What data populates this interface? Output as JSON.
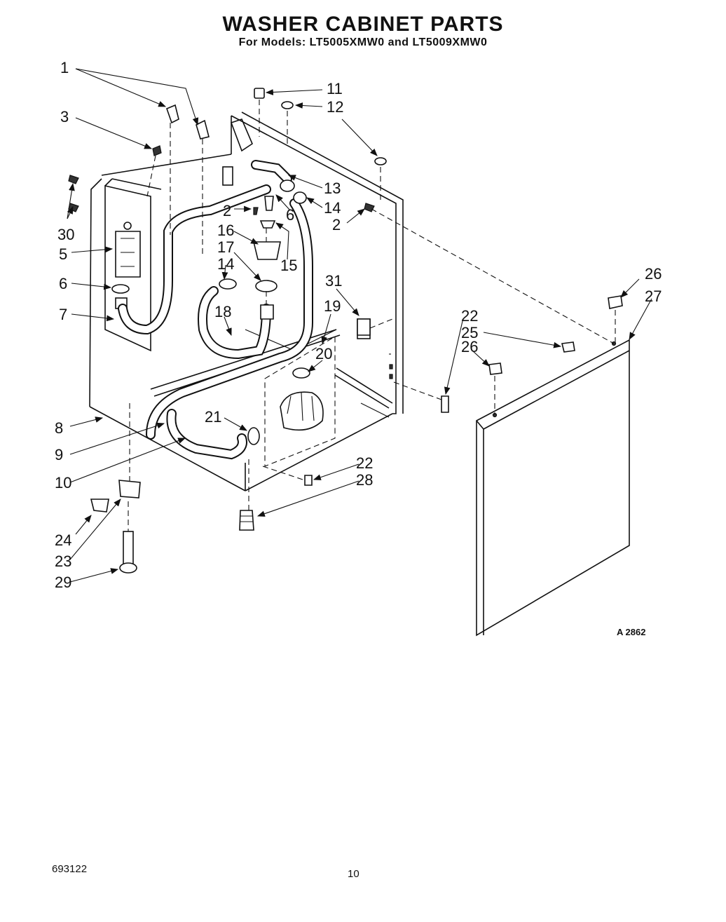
{
  "header": {
    "title": "WASHER CABINET PARTS",
    "subtitle": "For Models: LT5005XMW0 and LT5009XMW0"
  },
  "diagram": {
    "reference_code": "A 2862",
    "callouts": [
      "1",
      "3",
      "30",
      "5",
      "6",
      "7",
      "8",
      "9",
      "10",
      "24",
      "23",
      "29",
      "11",
      "12",
      "13",
      "14",
      "2",
      "6",
      "2",
      "16",
      "17",
      "14",
      "15",
      "18",
      "31",
      "19",
      "20",
      "21",
      "22",
      "28",
      "26",
      "27",
      "22",
      "25",
      "26"
    ]
  },
  "footer": {
    "doc_number": "693122",
    "page_number": "10"
  }
}
